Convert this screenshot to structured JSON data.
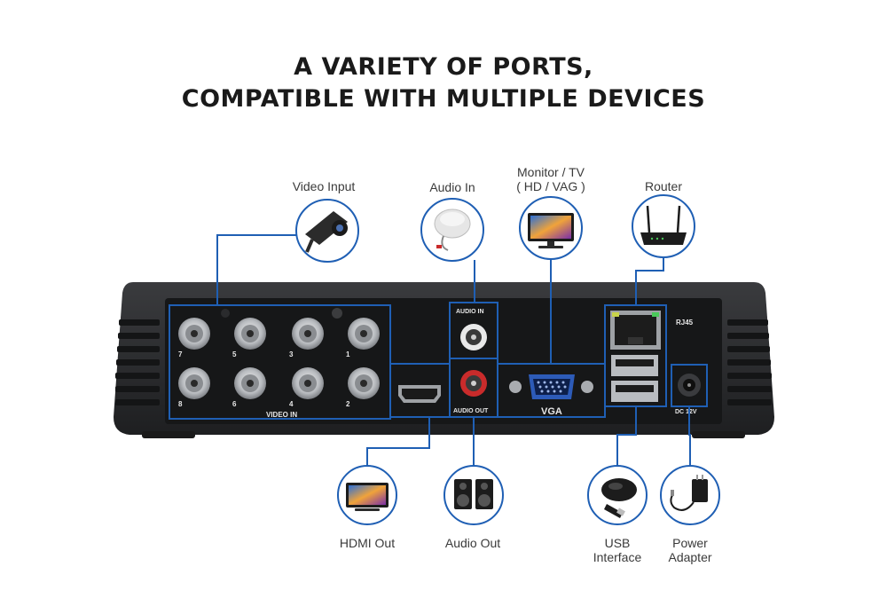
{
  "headline": {
    "line1": "A VARIETY OF PORTS,",
    "line2": "COMPATIBLE WITH MULTIPLE DEVICES"
  },
  "top_devices": [
    {
      "id": "video-input",
      "label": "Video Input",
      "icon": "cctv-camera-icon"
    },
    {
      "id": "audio-in",
      "label": "Audio In",
      "icon": "microphone-icon"
    },
    {
      "id": "monitor",
      "label_line1": "Monitor / TV",
      "label_line2": "( HD / VAG )",
      "icon": "monitor-icon"
    },
    {
      "id": "router",
      "label": "Router",
      "icon": "router-icon"
    }
  ],
  "bottom_devices": [
    {
      "id": "hdmi-out",
      "label": "HDMI Out",
      "icon": "tv-icon"
    },
    {
      "id": "audio-out",
      "label": "Audio Out",
      "icon": "speakers-icon"
    },
    {
      "id": "usb",
      "label_line1": "USB",
      "label_line2": "Interface",
      "icon": "mouse-usb-icon"
    },
    {
      "id": "power",
      "label_line1": "Power",
      "label_line2": "Adapter",
      "icon": "power-adapter-icon"
    }
  ],
  "panel": {
    "bnc_numbers_top": [
      "7",
      "5",
      "3",
      "1"
    ],
    "bnc_numbers_bottom": [
      "8",
      "6",
      "4",
      "2"
    ],
    "video_in_label": "VIDEO  IN",
    "audio_in_label": "AUDIO   IN",
    "audio_out_label": "AUDIO   OUT",
    "vga_label": "VGA",
    "rj45_label": "RJ45",
    "dc_label": "DC 12V"
  },
  "colors": {
    "accent_blue": "#1f5fb4",
    "device_body": "#2a2b2d",
    "panel_face": "#161718"
  }
}
